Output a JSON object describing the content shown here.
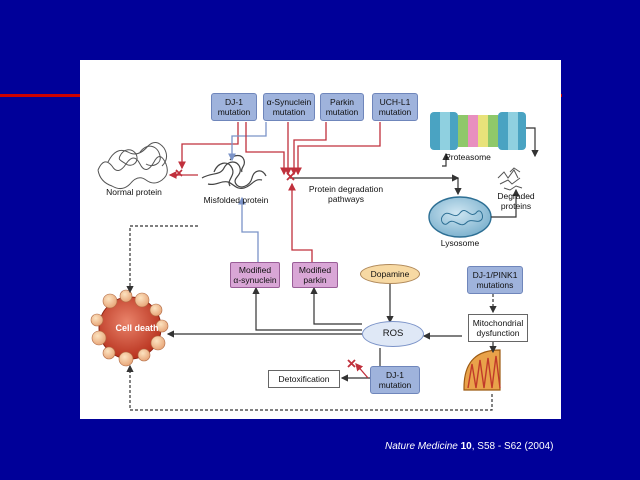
{
  "mutations": {
    "dj1": "DJ-1\nmutation",
    "asyn": "α-Synuclein\nmutation",
    "parkin": "Parkin\nmutation",
    "uchl1": "UCH-L1\nmutation",
    "dj1_lower": "DJ-1\nmutation",
    "dj1_pink1": "DJ-1/PINK1\nmutations"
  },
  "labels": {
    "normal_protein": "Normal protein",
    "misfolded_protein": "Misfolded protein",
    "degradation_pathways": "Protein degradation\npathways",
    "proteasome": "Proteasome",
    "lysosome": "Lysosome",
    "degraded_proteins": "Degraded\nproteins",
    "modified_asyn": "Modified\nα-synuclein",
    "modified_parkin": "Modified\nparkin",
    "dopamine": "Dopamine",
    "ros": "ROS",
    "mito_dysfunction": "Mitochondrial\ndysfunction",
    "detoxification": "Detoxification",
    "cell_death": "Cell death"
  },
  "citation": {
    "journal": "Nature Medicine",
    "volume": "10",
    "pages": ", S58 - S62 (2004)"
  },
  "colors": {
    "background": "#000099",
    "accent_line": "#cc0000",
    "mutation_box": "#9fb3dc",
    "modified_box": "#d9a6d6",
    "dopamine": "#f7d9a3",
    "ros": "#dfe8f6",
    "cell_death": "#d84a2a",
    "inhibition_arrow": "#c0303c",
    "blue_arrow": "#7b93c8"
  }
}
